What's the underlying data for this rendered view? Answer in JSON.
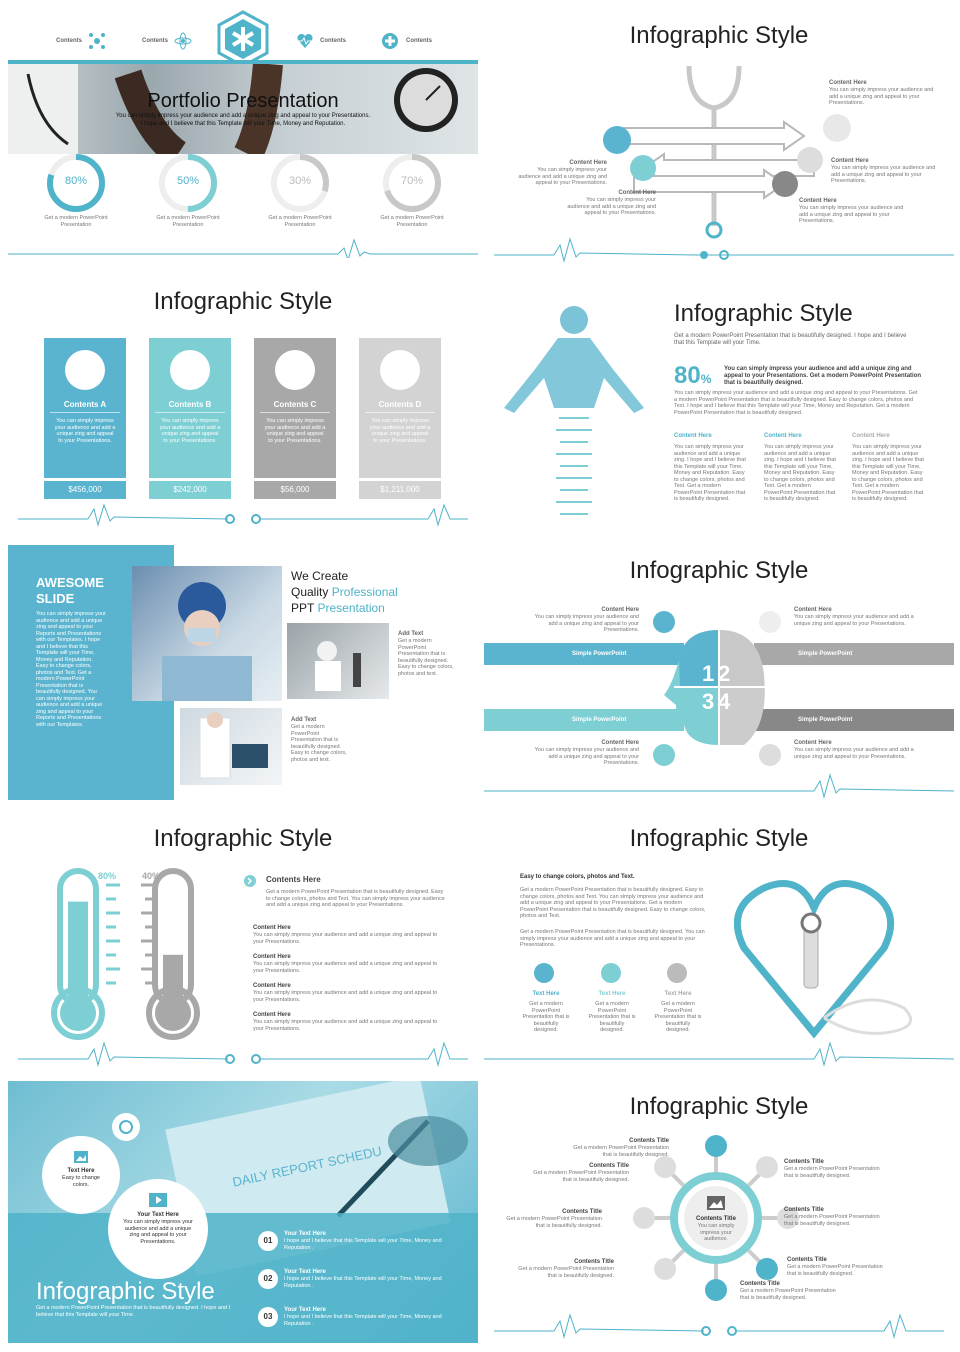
{
  "s1": {
    "nav": [
      "Contents",
      "Contents",
      "Contents",
      "Contents"
    ],
    "title": "Portfolio Presentation",
    "sub1": "You can simply impress your audience and add a unique zing and appeal to your Presentations.",
    "sub2": "I hope and I believe that this Template will your Time, Money and Reputation.",
    "circles": [
      {
        "label": "80%",
        "pct": 0.8
      },
      {
        "label": "50%",
        "pct": 0.5
      },
      {
        "label": "30%",
        "pct": 0.3
      },
      {
        "label": "70%",
        "pct": 0.7
      }
    ],
    "cap": "Get a modern PowerPoint Presentation"
  },
  "s2": {
    "title": "Infographic Style",
    "items": [
      {
        "h": "Content  Here",
        "t": "You can simply impress your audience and add a unique zing and appeal to your Presentations."
      },
      {
        "h": "Content  Here",
        "t": "You can simply impress your audience and add a unique zing and appeal to your Presentations."
      },
      {
        "h": "Content  Here",
        "t": "You can simply impress your audience and add a unique zing and appeal to your Presentations."
      },
      {
        "h": "Content  Here",
        "t": "You can simply impress your audience and add a unique zing and appeal to your Presentations."
      },
      {
        "h": "Content  Here",
        "t": "You can simply impress your audience and add a unique zing and appeal to your Presentations."
      }
    ]
  },
  "s3": {
    "title": "Infographic Style",
    "cards": [
      {
        "h": "Contents A",
        "t": "You can simply impress your audience and add a unique zing and appeal to your Presentations.",
        "v": "$456,000",
        "c": "#5ab4cf",
        "icon": "chat-icon"
      },
      {
        "h": "Contents B",
        "t": "You can simply impress your audience and add a unique zing and appeal to your Presentations.",
        "v": "$242,000",
        "c": "#7dcfd3",
        "icon": "cart-icon"
      },
      {
        "h": "Contents C",
        "t": "You can simply impress your audience and add a unique zing and appeal to your Presentations.",
        "v": "$56,000",
        "c": "#a8a8a8",
        "icon": "video-icon"
      },
      {
        "h": "Contents D",
        "t": "You can simply impress your audience and add a unique zing and appeal to your Presentations.",
        "v": "$1,211,000",
        "c": "#d3d3d3",
        "icon": "lock-icon"
      }
    ]
  },
  "s4": {
    "title": "Infographic Style",
    "sub": "Get a modern PowerPoint  Presentation that is beautifully designed. I hope and I believe that this Template will your Time.",
    "big": "80",
    "pctsign": "%",
    "bold": "You can simply impress your audience and add a unique zing and appeal to your Presentations. Get a modern PowerPoint  Presentation that is beautifully designed.",
    "body": "You can simply impress your audience and add a unique zing and appeal to your Presentations. Get a modern PowerPoint  Presentation that is beautifully designed. Easy to change colors, photos and Text. I hope and I believe that this Template will your Time, Money and Reputation. Get a modern PowerPoint  Presentation that is beautifully designed.",
    "cols": [
      {
        "h": "Content Here",
        "t": "You can simply impress your audience and add a unique zing. I hope and I believe that this Template will your Time, Money and Reputation. Easy to change colors, photos and Text. Get a modern PowerPoint Presentation that is beautifully designed."
      },
      {
        "h": "Content Here",
        "t": "You can simply impress your audience and add a unique zing. I hope and I believe that this Template will your Time, Money and Reputation. Easy to change colors, photos and Text. Get a modern PowerPoint Presentation that is beautifully designed."
      },
      {
        "h": "Content Here",
        "t": "You can simply impress your audience and add a unique zing. I hope and I believe that this Template will your Time, Money and Reputation. Easy to change colors, photos and Text. Get a modern PowerPoint Presentation that is beautifully designed."
      }
    ]
  },
  "s5": {
    "heading1": "AWESOME",
    "heading2": "SLIDE",
    "body": "You can simply impress your audience and add a unique zing and appeal to your Reports and Presentations with our Templates. I hope and I believe that this Template will your Time, Money and Reputation. Easy to change colors, photos and Text. Get a modern PowerPoint Presentation that is beautifully designed. You can simply impress your audience and add a unique zing and appeal to your Reports and Presentations with our Templates.",
    "we1": "We Create",
    "we2a": "Quality ",
    "we2b": "Professional",
    "we3a": "PPT ",
    "we3b": "Presentation",
    "add1h": "Add Text",
    "add1t": "Get a modern PowerPoint Presentation that is beautifully designed. Easy to change colors, photos and text.",
    "add2h": "Add Text",
    "add2t": "Get a modern PowerPoint Presentation that is beautifully designed. Easy to change colors, photos and text."
  },
  "s6": {
    "title": "Infographic Style",
    "items": [
      {
        "h": "Content  Here",
        "t": "You can simply impress your audience and add a unique zing and appeal to your Presentations."
      },
      {
        "h": "Content  Here",
        "t": "You can simply impress your audience and add a unique zing and appeal to your Presentations."
      },
      {
        "h": "Content  Here",
        "t": "You can simply impress your audience and add a unique zing and appeal to your Presentations."
      },
      {
        "h": "Content  Here",
        "t": "You can simply impress your audience and add a unique zing and appeal to your Presentations."
      }
    ],
    "bar": "Simple PowerPoint",
    "nums": [
      "1",
      "2",
      "3",
      "4"
    ]
  },
  "s7": {
    "title": "Infographic Style",
    "p1": "80%",
    "p2": "40%",
    "l1": 0.8,
    "l2": 0.4,
    "head": "Contents Here",
    "headt": "Get a modern PowerPoint  Presentation that is beautifully designed. Easy to change colors, photos and Text. You can simply impress your audience and add a unique zing and appeal to your Presentations.",
    "items": [
      {
        "h": "Content  Here",
        "t": "You can simply impress your audience and add a unique zing and appeal to your Presentations."
      },
      {
        "h": "Content  Here",
        "t": "You can simply impress your audience and add a unique zing and appeal to your Presentations."
      },
      {
        "h": "Content  Here",
        "t": "You can simply impress your audience and add a unique zing and appeal to your Presentations."
      },
      {
        "h": "Content  Here",
        "t": "You can simply impress your audience and add a unique zing and appeal to your Presentations."
      }
    ]
  },
  "s8": {
    "title": "Infographic Style",
    "h": "Easy to change colors, photos and Text.",
    "p1": "Get a modern PowerPoint  Presentation that is beautifully designed. Easy to change colors, photos and Text. You can simply impress your audience and add a unique zing and appeal to your Presentations. Get a modern PowerPoint  Presentation that is beautifully designed. Easy to change colors, photos and Text.",
    "p2": "Get a modern PowerPoint  Presentation that is beautifully designed. You can simply impress your audience and add a unique zing and appeal to your Presentations.",
    "cols": [
      {
        "h": "Text Here",
        "t": "Get a modern PowerPoint Presentation that is beautifully designed."
      },
      {
        "h": "Text Here",
        "t": "Get a modern PowerPoint Presentation that is beautifully designed."
      },
      {
        "h": "Text Here",
        "t": "Get a modern PowerPoint Presentation that is beautifully designed."
      }
    ]
  },
  "s9": {
    "bubble1h": "Text  Here",
    "bubble1t": "Easy to change colors.",
    "bubble2h": "Your Text  Here",
    "bubble2t": "You can simply impress your audience and add a unique zing and appeal to your Presentations.",
    "title": "Infographic Style",
    "sub": "Get a modern PowerPoint  Presentation that is beautifully designed. I hope and I believe that this Template will your Time.",
    "list": [
      {
        "n": "01",
        "h": "Your Text Here",
        "t": "I hope and I believe that this Template will your Time, Money and Reputation ."
      },
      {
        "n": "02",
        "h": "Your Text Here",
        "t": "I hope and I believe that this Template will your Time, Money and Reputation ."
      },
      {
        "n": "03",
        "h": "Your Text Here",
        "t": "I hope and I believe that this Template will your Time, Money and Reputation ."
      }
    ],
    "doc": "DAILY REPORT SCHEDU"
  },
  "s10": {
    "title": "Infographic Style",
    "center_h": "Contents Title",
    "center_t": "You can simply impress your audience.",
    "items": [
      {
        "h": "Contents Title",
        "t": "Get a modern PowerPoint  Presentation that is beautifully designed."
      },
      {
        "h": "Contents Title",
        "t": "Get a modern PowerPoint  Presentation that is beautifully designed."
      },
      {
        "h": "Contents Title",
        "t": "Get a modern PowerPoint  Presentation that is beautifully designed."
      },
      {
        "h": "Contents Title",
        "t": "Get a modern PowerPoint  Presentation that is beautifully designed."
      },
      {
        "h": "Contents Title",
        "t": "Get a modern PowerPoint  Presentation that is beautifully designed."
      },
      {
        "h": "Contents Title",
        "t": "Get a modern PowerPoint  Presentation that is beautifully designed."
      },
      {
        "h": "Contents Title",
        "t": "Get a modern PowerPoint  Presentation that is beautifully designed."
      },
      {
        "h": "Contents Title",
        "t": "Get a modern PowerPoint  Presentation that is beautifully designed."
      }
    ]
  },
  "colors": {
    "teal": "#4fb3c9",
    "mint": "#7dcfd3",
    "gray": "#a8a8a8"
  }
}
